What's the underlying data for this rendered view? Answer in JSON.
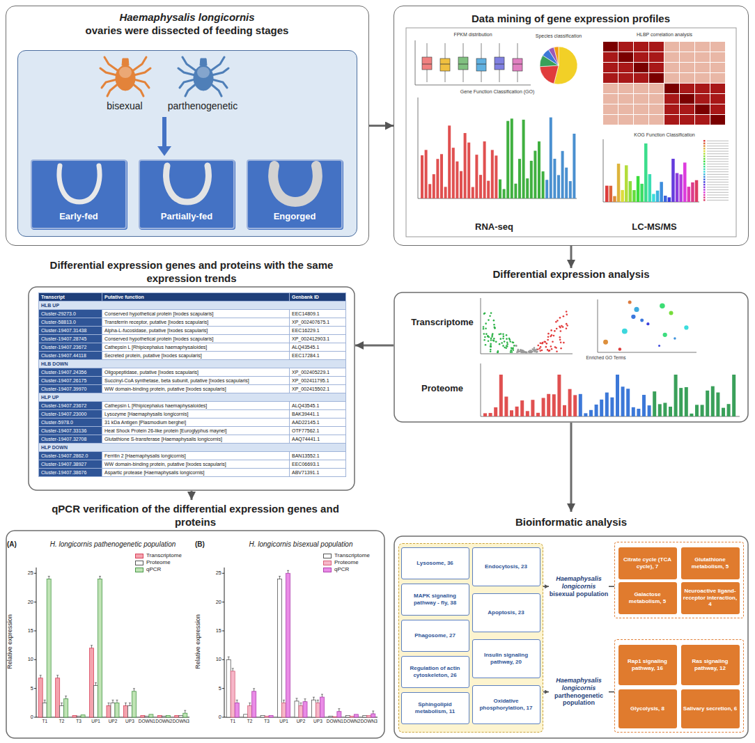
{
  "diagram": {
    "nodes": [
      {
        "text": [
          "Haemaphysalis longicornis",
          "ovaries were dissected of feeding stages"
        ]
      },
      {
        "text": [
          "bisexual",
          "parthenogenetic"
        ],
        "in": 0
      },
      {
        "text": [
          "Early-fed"
        ],
        "in": 1
      },
      {
        "text": [
          "Partially-fed"
        ],
        "in": 1
      },
      {
        "text": [
          "Engorged"
        ],
        "in": 1
      },
      {
        "text": [
          "Data mining of gene expression profiles",
          "RNA-seq",
          "LC-MS/MS"
        ]
      },
      {
        "text": [
          "Differential expression analysis",
          "Transcriptome",
          "Proteome"
        ]
      },
      {
        "text": [
          "Differential expression genes and proteins with the same expression trends"
        ]
      },
      {
        "text": [
          "Bioinformatic analysis"
        ]
      },
      {
        "text": [],
        "in": 8
      },
      {
        "text": [
          "Lysosome, 36"
        ],
        "in": 9
      },
      {
        "text": [
          "Endocytosis, 23"
        ],
        "in": 9
      },
      {
        "text": [
          "MAPK signaling pathway - fly, 38"
        ],
        "in": 9
      },
      {
        "text": [
          "Apoptosis, 23"
        ],
        "in": 9
      },
      {
        "text": [
          "Phagosome, 27"
        ],
        "in": 9
      },
      {
        "text": [
          "Insulin signaling pathway, 20"
        ],
        "in": 9
      },
      {
        "text": [
          "Regulation of actin cytoskeleton, 26"
        ],
        "in": 9
      },
      {
        "text": [
          "Oxidative phosphorylation, 17"
        ],
        "in": 9
      },
      {
        "text": [
          "Sphingolipid metabolism, 11"
        ],
        "in": 9
      },
      {
        "text": [
          "Haemaphysalis longicornis",
          "bisexual population"
        ],
        "in": 8
      },
      {
        "text": [
          "Haemaphysalis longicornis",
          "parthenogenetic population"
        ],
        "in": 8
      },
      {
        "text": [],
        "in": 8
      },
      {
        "text": [
          "Citrate cycle (TCA cycle), 7"
        ],
        "in": 21
      },
      {
        "text": [
          "Glutathione metabolism, 5"
        ],
        "in": 21
      },
      {
        "text": [
          "Galactose metabolism, 5"
        ],
        "in": 21
      },
      {
        "text": [
          "Neuroactive ligand-receptor interaction, 4"
        ],
        "in": 21
      },
      {
        "text": [],
        "in": 8
      },
      {
        "text": [
          "Rap1 signaling pathway, 16"
        ],
        "in": 26
      },
      {
        "text": [
          "Ras signaling pathway, 12"
        ],
        "in": 26
      },
      {
        "text": [
          "Glycolysis, 8"
        ],
        "in": 26
      },
      {
        "text": [
          "Salivary secretion, 6"
        ],
        "in": 26
      },
      {
        "text": [
          "qPCR verification of the differential expression genes and proteins"
        ]
      }
    ],
    "edges": [
      {
        "from": 0,
        "to": 5,
        "arrow": "to"
      },
      {
        "from": 5,
        "to": 6,
        "arrow": "to"
      },
      {
        "from": 6,
        "to": 7,
        "arrow": "to"
      },
      {
        "from": 6,
        "to": 8,
        "arrow": "to"
      },
      {
        "from": 7,
        "to": 31,
        "arrow": "to"
      },
      {
        "from": 9,
        "to": 19,
        "arrow": "to"
      },
      {
        "from": 9,
        "to": 20,
        "arrow": "to"
      },
      {
        "from": 19,
        "to": 21,
        "arrow": "none"
      },
      {
        "from": 20,
        "to": 26,
        "arrow": "none"
      }
    ],
    "labels": [
      "FPKM distribution",
      "Species classification",
      "Gene Function Classification (GO)",
      "HLBP correlation analysis",
      "KOG Function Classification",
      "Enriched GO Terms",
      "Transcript",
      "Putative function",
      "Genbank ID",
      "HLB UP",
      "Cluster-29273.0",
      "Conserved hypothetical protein [Ixodes scapularis]",
      "EEC14809.1",
      "Cluster-58813.0",
      "Transferrin receptor, putative [Ixodes scapularis]",
      "XP_002407675.1",
      "Cluster-19407.31438",
      "Alpha-L-fucosidase, putative [Ixodes scapularis]",
      "EEC16229.1",
      "Cluster-19407.28745",
      "Conserved hypothetical protein [Ixodes scapularis]",
      "XP_002412903.1",
      "Cluster-19407.23672",
      "Cathepsin L [Rhipicephalus haemaphysaloides]",
      "ALQ43545.1",
      "Cluster-19407.44118",
      "Secreted protein, putative [Ixodes scapularis]",
      "EEC17284.1",
      "HLB DOWN",
      "Cluster-19407.24356",
      "Oligopeptidase, putative [Ixodes scapularis]",
      "XP_002405229.1",
      "Cluster-19407.26175",
      "Succinyl-CoA synthetase, beta subunit, putative [Ixodes scapularis]",
      "XP_002411795.1",
      "Cluster-19407.39970",
      "WW domain-binding protein, putative [Ixodes scapularis]",
      "XP_002415502.1",
      "HLP UP",
      "Cluster-19407.23672",
      "Cathepsin L [Rhipicephalus haemaphysaloides]",
      "ALQ43545.1",
      "Cluster-19407.23000",
      "Lysozyme [Haemaphysalis longicornis]",
      "BAK39441.1",
      "Cluster-5978.0",
      "31 kDa Antigen [Plasmodium berghei]",
      "AAD22145.1",
      "Cluster-19407.33136",
      "Heat Shock Protein 26-like protein [Euroglyphus maynei]",
      "OTF77562.1",
      "Cluster-19407.32708",
      "Glutathione S-transferase [Haemaphysalis longicornis]",
      "AAQ74441.1",
      "HLP DOWN",
      "Cluster-19407.2862.0",
      "Ferritin 2 [Haemaphysalis longicornis]",
      "BAN13552.1",
      "Cluster-19407.38927",
      "WW domain-binding protein, putative [Ixodes scapularis]",
      "EEC06693.1",
      "Cluster-19407.38676",
      "Aspartic protease [Haemaphysalis longicornis]",
      "ABV71391.1",
      "(A)",
      "H. longicornis pathenogenetic population",
      "Relative expression",
      "0",
      "5",
      "10",
      "15",
      "20",
      "25",
      "T1",
      "T2",
      "T3",
      "UP1",
      "UP2",
      "UP3",
      "DOWN1",
      "DOWN2",
      "DOWN3",
      "(B)",
      "H. longicornis bisexual population",
      "Relative expression",
      "0",
      "5",
      "10",
      "15",
      "20",
      "25",
      "T1",
      "T2",
      "T3",
      "UP1",
      "UP2",
      "UP3",
      "DOWN1",
      "DOWN2",
      "DOWN3"
    ],
    "legend": [
      {
        "text": "Transcriptome",
        "color": "#f4a3ae"
      },
      {
        "text": "Proteome",
        "color": "#ffffff"
      },
      {
        "text": "qPCR",
        "color": "#bfe3b4"
      },
      {
        "text": "Transcriptome",
        "color": "#ffffff"
      },
      {
        "text": "Proteome",
        "color": "#f6b6c8"
      },
      {
        "text": "qPCR",
        "color": "#e98be6"
      }
    ]
  }
}
